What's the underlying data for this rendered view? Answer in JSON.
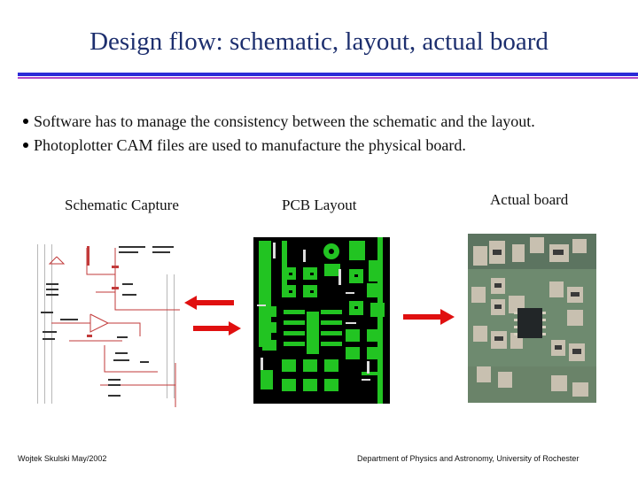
{
  "slide": {
    "title": "Design flow: schematic, layout, actual board",
    "bullets": [
      "Software has to manage the consistency between the schematic and the layout.",
      "Photoplotter CAM files are used to manufacture the physical board."
    ],
    "labels": {
      "schematic": "Schematic Capture",
      "pcb": "PCB Layout",
      "board": "Actual board"
    },
    "footer": {
      "left": "Wojtek Skulski May/2002",
      "right": "Department of Physics and Astronomy, University of Rochester"
    }
  },
  "colors": {
    "title": "#1d2f6e",
    "rule_blue": "#2b2bd8",
    "rule_purple": "#b44cc7",
    "arrow_red": "#e01010",
    "pcb_background": "#000000",
    "pcb_copper": "#22c422"
  }
}
